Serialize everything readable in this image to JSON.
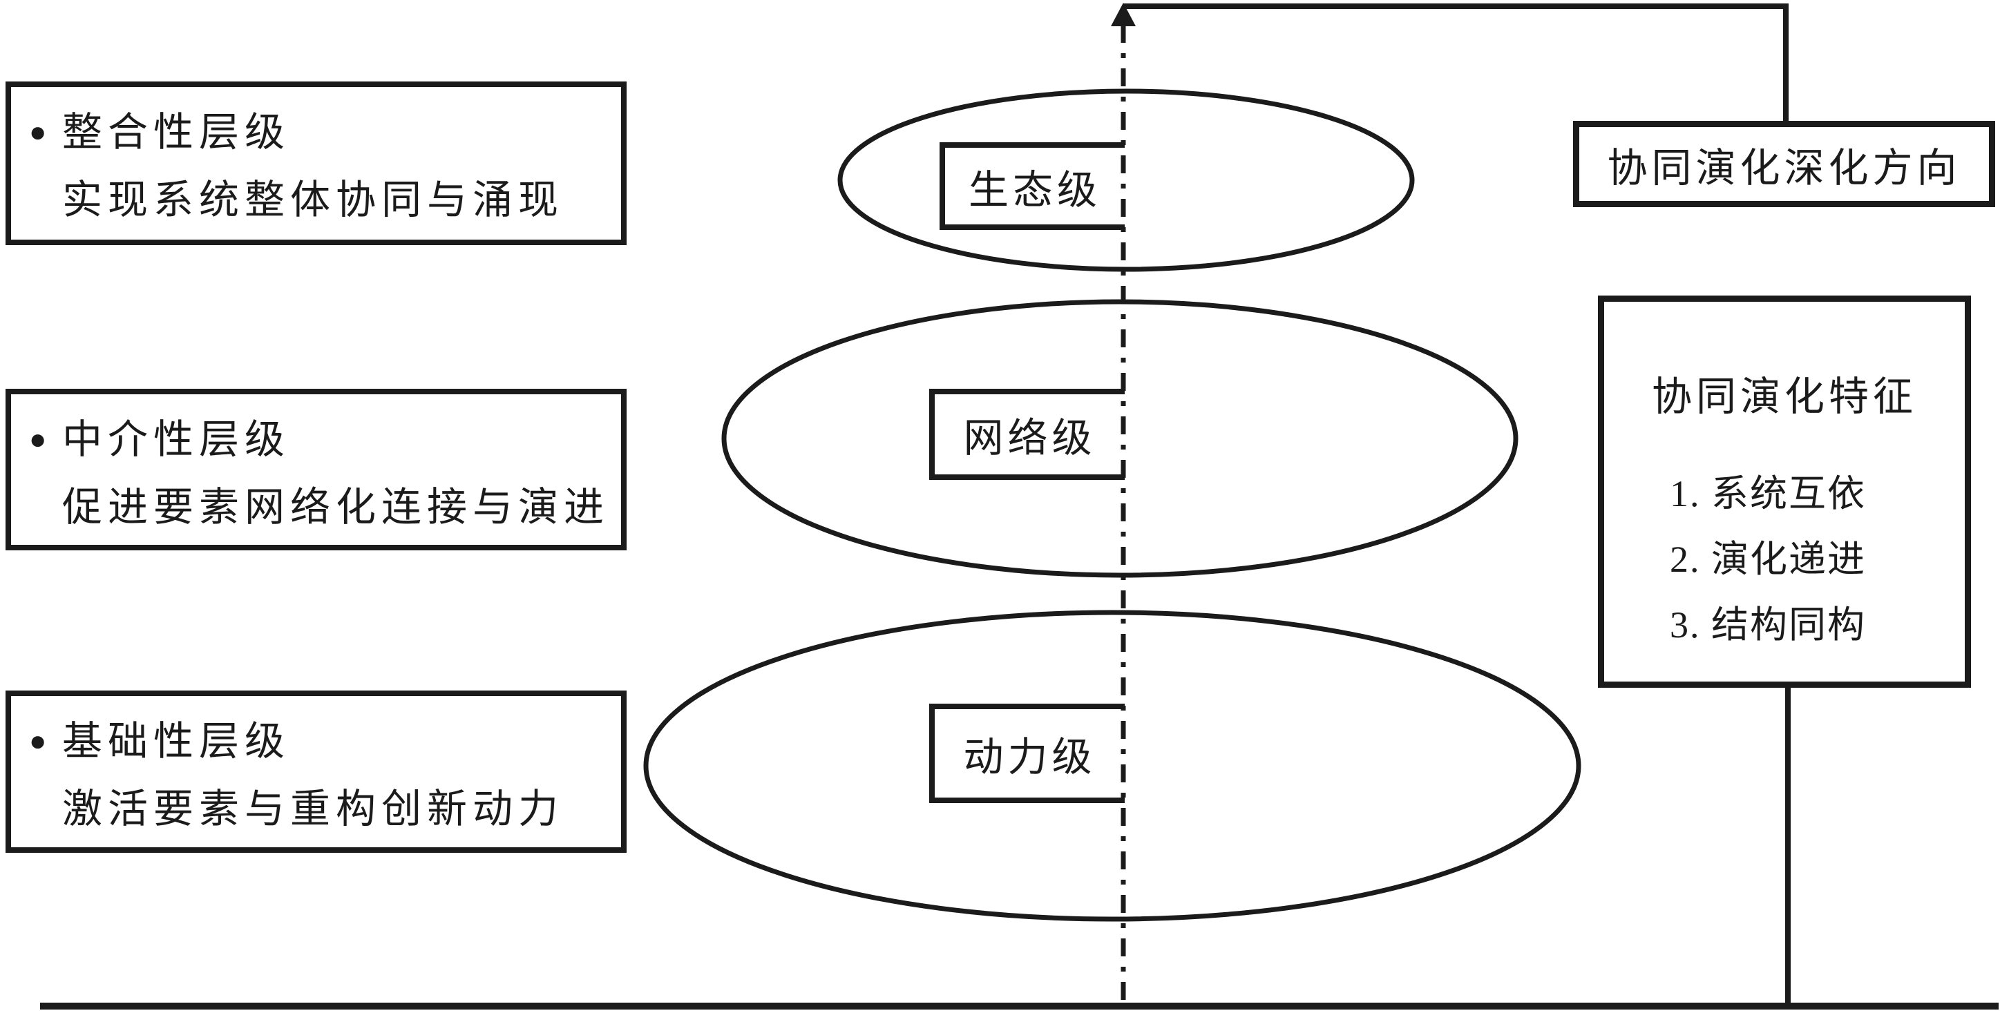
{
  "colors": {
    "ink": "#1b1b1b",
    "background": "#ffffff"
  },
  "left_levels": [
    {
      "bullet": "●",
      "title": "整合性层级",
      "description": "实现系统整体协同与涌现"
    },
    {
      "bullet": "●",
      "title": "中介性层级",
      "description": "促进要素网络化连接与演进"
    },
    {
      "bullet": "●",
      "title": "基础性层级",
      "description": "激活要素与重构创新动力"
    }
  ],
  "pyramid": {
    "levels": [
      {
        "label": "生态级"
      },
      {
        "label": "网络级"
      },
      {
        "label": "动力级"
      }
    ]
  },
  "direction_box": {
    "label": "协同演化深化方向"
  },
  "features_box": {
    "title": "协同演化特征",
    "items": [
      {
        "text": "1. 系统互依"
      },
      {
        "text": "2. 演化递进"
      },
      {
        "text": "3. 结构同构"
      }
    ]
  }
}
